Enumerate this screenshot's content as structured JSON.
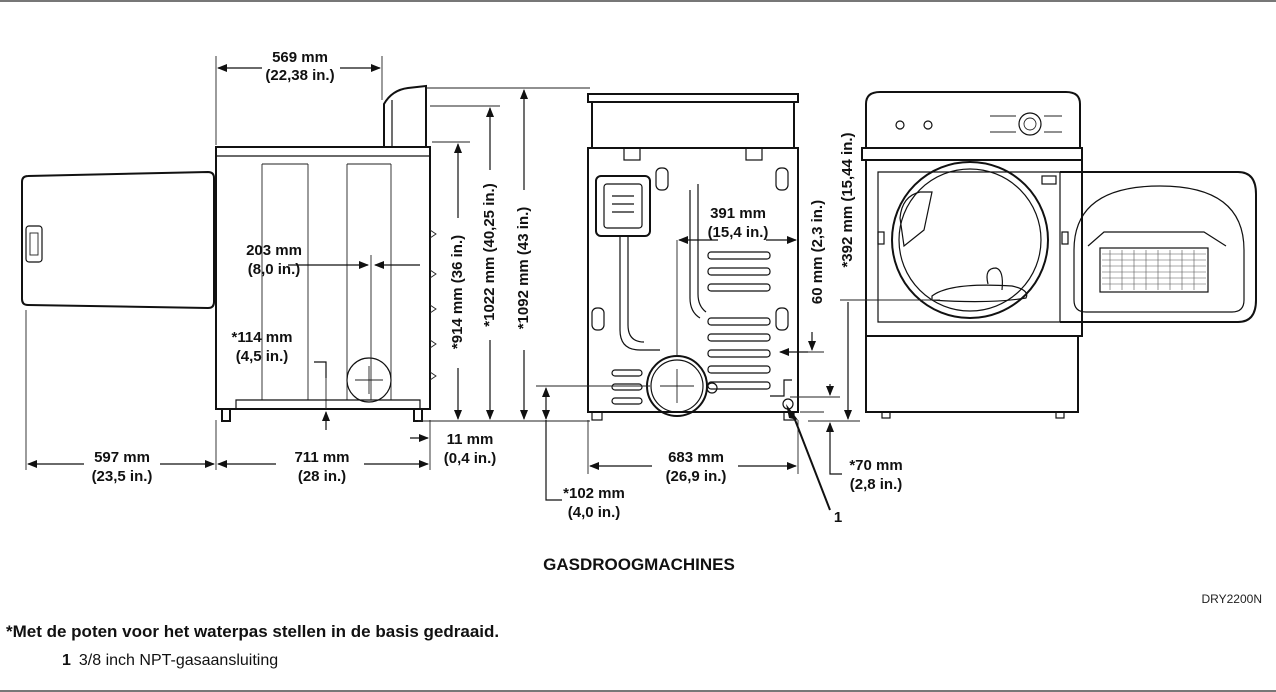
{
  "diagram": {
    "title": "GASDROOGMACHINES",
    "drawing_code": "DRY2200N",
    "footnote": "*Met de poten voor het waterpas stellen in de basis gedraaid.",
    "legend": [
      {
        "number": "1",
        "text": "3/8 inch NPT-gasaansluiting"
      }
    ],
    "callout": "1",
    "dimensions": {
      "d569": {
        "mm": "569 mm",
        "in": "(22,38 in.)"
      },
      "d203": {
        "mm": "203 mm",
        "in": "(8,0 in.)"
      },
      "d114": {
        "mm": "*114 mm",
        "in": "(4,5 in.)"
      },
      "d597": {
        "mm": "597 mm",
        "in": "(23,5 in.)"
      },
      "d711": {
        "mm": "711 mm",
        "in": "(28 in.)"
      },
      "d11": {
        "mm": "11 mm",
        "in": "(0,4 in.)"
      },
      "d914": {
        "text": "*914 mm (36 in.)"
      },
      "d1022": {
        "text": "*1022 mm (40,25 in.)"
      },
      "d1092": {
        "text": "*1092 mm (43 in.)"
      },
      "d391": {
        "mm": "391 mm",
        "in": "(15,4 in.)"
      },
      "d683": {
        "mm": "683 mm",
        "in": "(26,9 in.)"
      },
      "d102": {
        "mm": "*102 mm",
        "in": "(4,0 in.)"
      },
      "d60": {
        "text": "60 mm (2,3 in.)"
      },
      "d392": {
        "text": "*392 mm (15,44 in.)"
      },
      "d70": {
        "mm": "*70 mm",
        "in": "(2,8 in.)"
      }
    }
  }
}
